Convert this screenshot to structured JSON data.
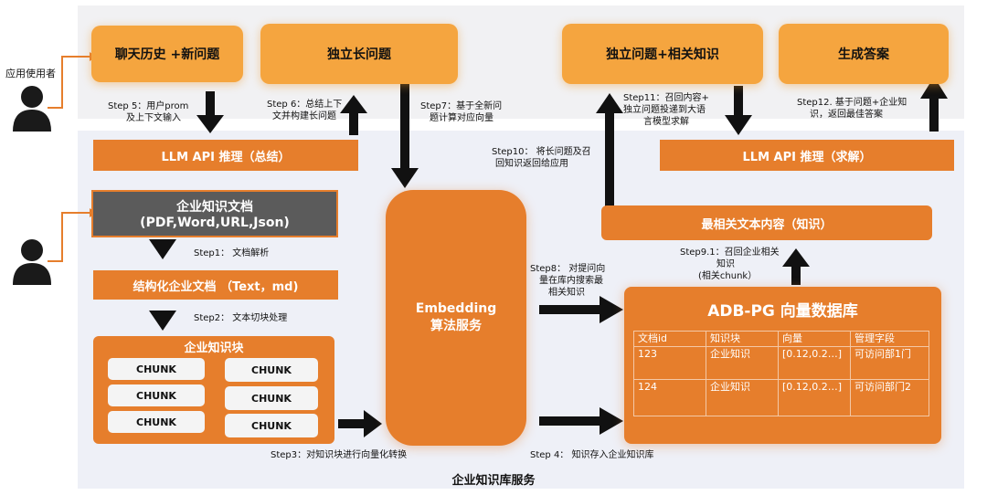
{
  "labels": {
    "app_user": "应用使用者",
    "service_footer": "企业知识库服务"
  },
  "top_boxes": {
    "chat_history": "聊天历史 +新问题",
    "standalone_q": "独立长问题",
    "q_plus_knowledge": "独立问题+相关知识",
    "gen_answer": "生成答案"
  },
  "llm": {
    "summarize": "LLM API 推理（总结）",
    "solve": "LLM API 推理（求解）"
  },
  "docs": {
    "title": "企业知识文档",
    "formats": "(PDF,Word,URL,Json)",
    "structured": "结构化企业文档 （Text，md)",
    "chunks_title": "企业知识块",
    "chunk": "CHUNK"
  },
  "embedding": {
    "line1": "Embedding",
    "line2": "算法服务"
  },
  "most_relevant": "最相关文本内容（知识）",
  "adb": {
    "title": "ADB-PG 向量数据库",
    "headers": [
      "文档id",
      "知识块",
      "向量",
      "管理字段"
    ],
    "rows": [
      [
        "123",
        "企业知识",
        "[0.12,0.2…]",
        "可访问部1门"
      ],
      [
        "124",
        "企业知识",
        "[0.12,0.2…]",
        "可访问部门2"
      ]
    ]
  },
  "steps": {
    "s1": "Step1： 文档解析",
    "s2": "Step2： 文本切块处理",
    "s3": "Step3：对知识块进行向量化转换",
    "s4": "Step 4： 知识存入企业知识库",
    "s5a": "Step 5：用户prom",
    "s5b": "及上下文输入",
    "s6a": "Step 6：总结上下",
    "s6b": "文并构建长问题",
    "s7a": "Step7：基于全新问",
    "s7b": "题计算对应向量",
    "s8a": "Step8： 对提问向",
    "s8b": "量在库内搜索最",
    "s8c": "相关知识",
    "s91a": "Step9.1：召回企业相关",
    "s91b": "知识",
    "s91c": "(相关chunk）",
    "s10a": "Step10： 将长问题及召",
    "s10b": "回知识返回给应用",
    "s11a": "Step11：召回内容+",
    "s11b": "独立问题投递到大语",
    "s11c": "言模型求解",
    "s12a": "Step12. 基于问题+企业知",
    "s12b": "识，返回最佳答案"
  },
  "colors": {
    "orange": "#e67e2c",
    "soft_orange": "#f5a53f",
    "gray_box": "#5b5b5b",
    "panel_top": "#f1f1f3",
    "panel_bottom": "#eef0f7"
  },
  "icons": [
    "user-icon",
    "arrow-icon"
  ]
}
